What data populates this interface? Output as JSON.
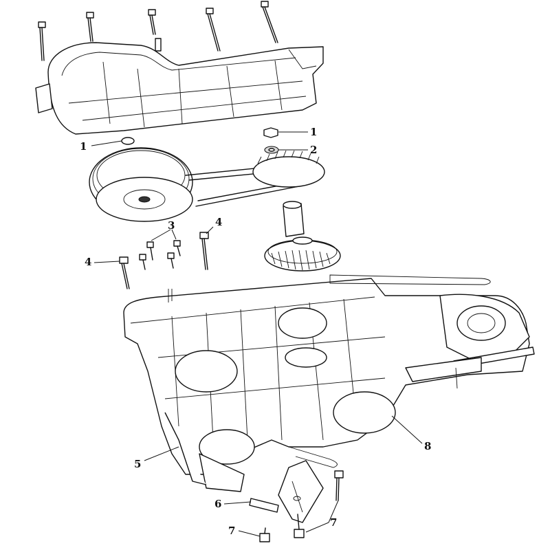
{
  "callouts": {
    "c1a": "1",
    "c1b": "1",
    "c2": "2",
    "c3": "3",
    "c4a": "4",
    "c4b": "4",
    "c5": "5",
    "c6": "6",
    "c7a": "7",
    "c7b": "7",
    "c8": "8"
  }
}
